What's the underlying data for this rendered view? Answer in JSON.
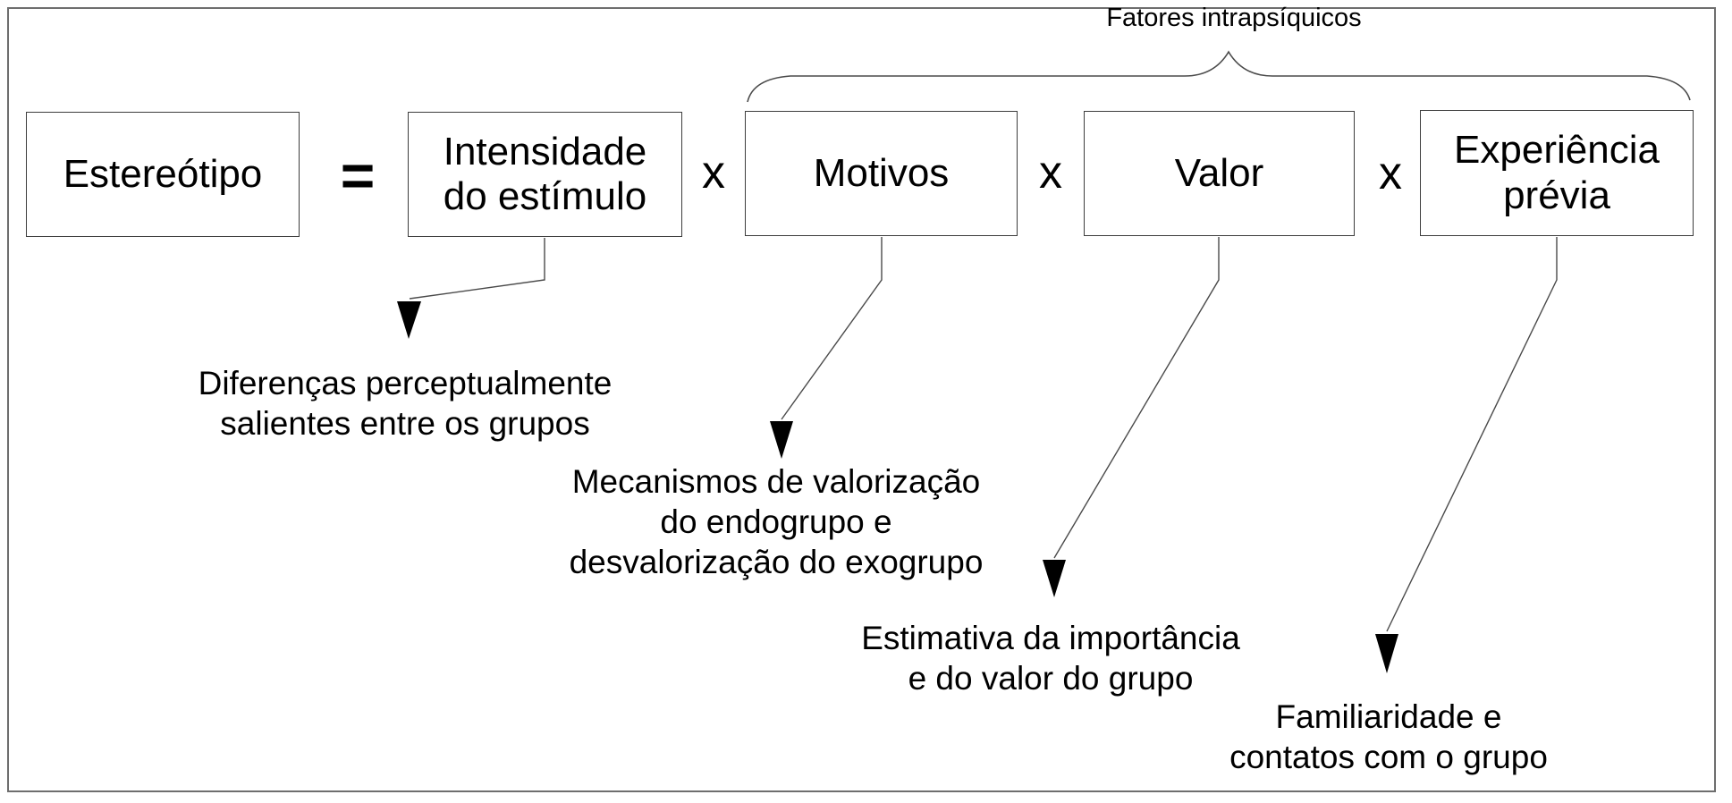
{
  "formula": {
    "result": "Estereótipo",
    "equals_sign": "=",
    "times_sign": "x",
    "factors": [
      {
        "id": "intensidade-do-estimulo",
        "lines": [
          "Intensidade",
          "do estímulo"
        ]
      },
      {
        "id": "motivos",
        "lines": [
          "Motivos"
        ]
      },
      {
        "id": "valor",
        "lines": [
          "Valor"
        ]
      },
      {
        "id": "experiencia-previa",
        "lines": [
          "Experiência",
          "prévia"
        ]
      }
    ]
  },
  "brace": {
    "label": "Fatores intrapsíquicos"
  },
  "annotations": [
    {
      "target": "intensidade-do-estimulo",
      "lines": [
        "Diferenças perceptualmente",
        "salientes entre os grupos"
      ]
    },
    {
      "target": "motivos",
      "lines": [
        "Mecanismos de valorização",
        "do endogrupo e",
        "desvalorização do exogrupo"
      ]
    },
    {
      "target": "valor",
      "lines": [
        "Estimativa da importância",
        "e do valor do grupo"
      ]
    },
    {
      "target": "experiencia-previa",
      "lines": [
        "Familiaridade e",
        "contatos com o grupo"
      ]
    }
  ],
  "colors": {
    "line": "#4a4a4a",
    "frame_border": "#6e6e6e",
    "box_border": "#3d3d3d",
    "text": "#000000",
    "background": "#ffffff"
  }
}
